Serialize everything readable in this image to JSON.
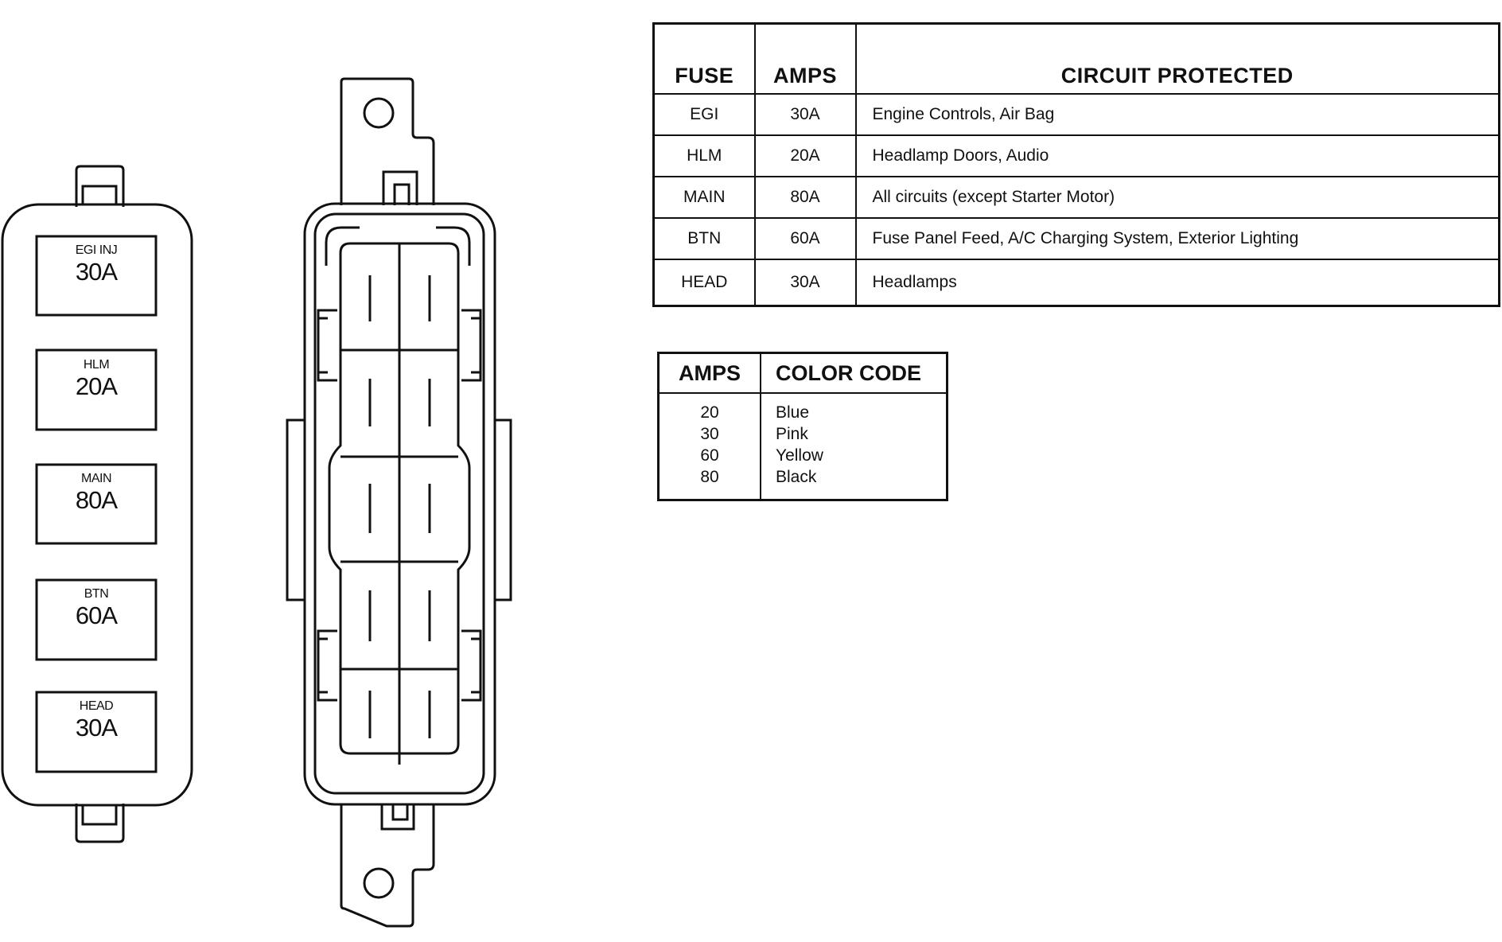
{
  "fuse_block": {
    "fuses": [
      {
        "name": "EGI INJ",
        "amps": "30A"
      },
      {
        "name": "HLM",
        "amps": "20A"
      },
      {
        "name": "MAIN",
        "amps": "80A"
      },
      {
        "name": "BTN",
        "amps": "60A"
      },
      {
        "name": "HEAD",
        "amps": "30A"
      }
    ]
  },
  "fuse_table": {
    "headers": [
      "FUSE",
      "AMPS",
      "CIRCUIT PROTECTED"
    ],
    "rows": [
      {
        "fuse": "EGI",
        "amps": "30A",
        "circuit": "Engine Controls, Air Bag"
      },
      {
        "fuse": "HLM",
        "amps": "20A",
        "circuit": "Headlamp Doors, Audio"
      },
      {
        "fuse": "MAIN",
        "amps": "80A",
        "circuit": "All circuits (except Starter Motor)"
      },
      {
        "fuse": "BTN",
        "amps": "60A",
        "circuit": "Fuse Panel Feed, A/C Charging System, Exterior Lighting"
      },
      {
        "fuse": "HEAD",
        "amps": "30A",
        "circuit": "Headlamps"
      }
    ]
  },
  "color_table": {
    "headers": [
      "AMPS",
      "COLOR CODE"
    ],
    "rows": [
      {
        "amps": "20",
        "color": "Blue"
      },
      {
        "amps": "30",
        "color": "Pink"
      },
      {
        "amps": "60",
        "color": "Yellow"
      },
      {
        "amps": "80",
        "color": "Black"
      }
    ]
  }
}
